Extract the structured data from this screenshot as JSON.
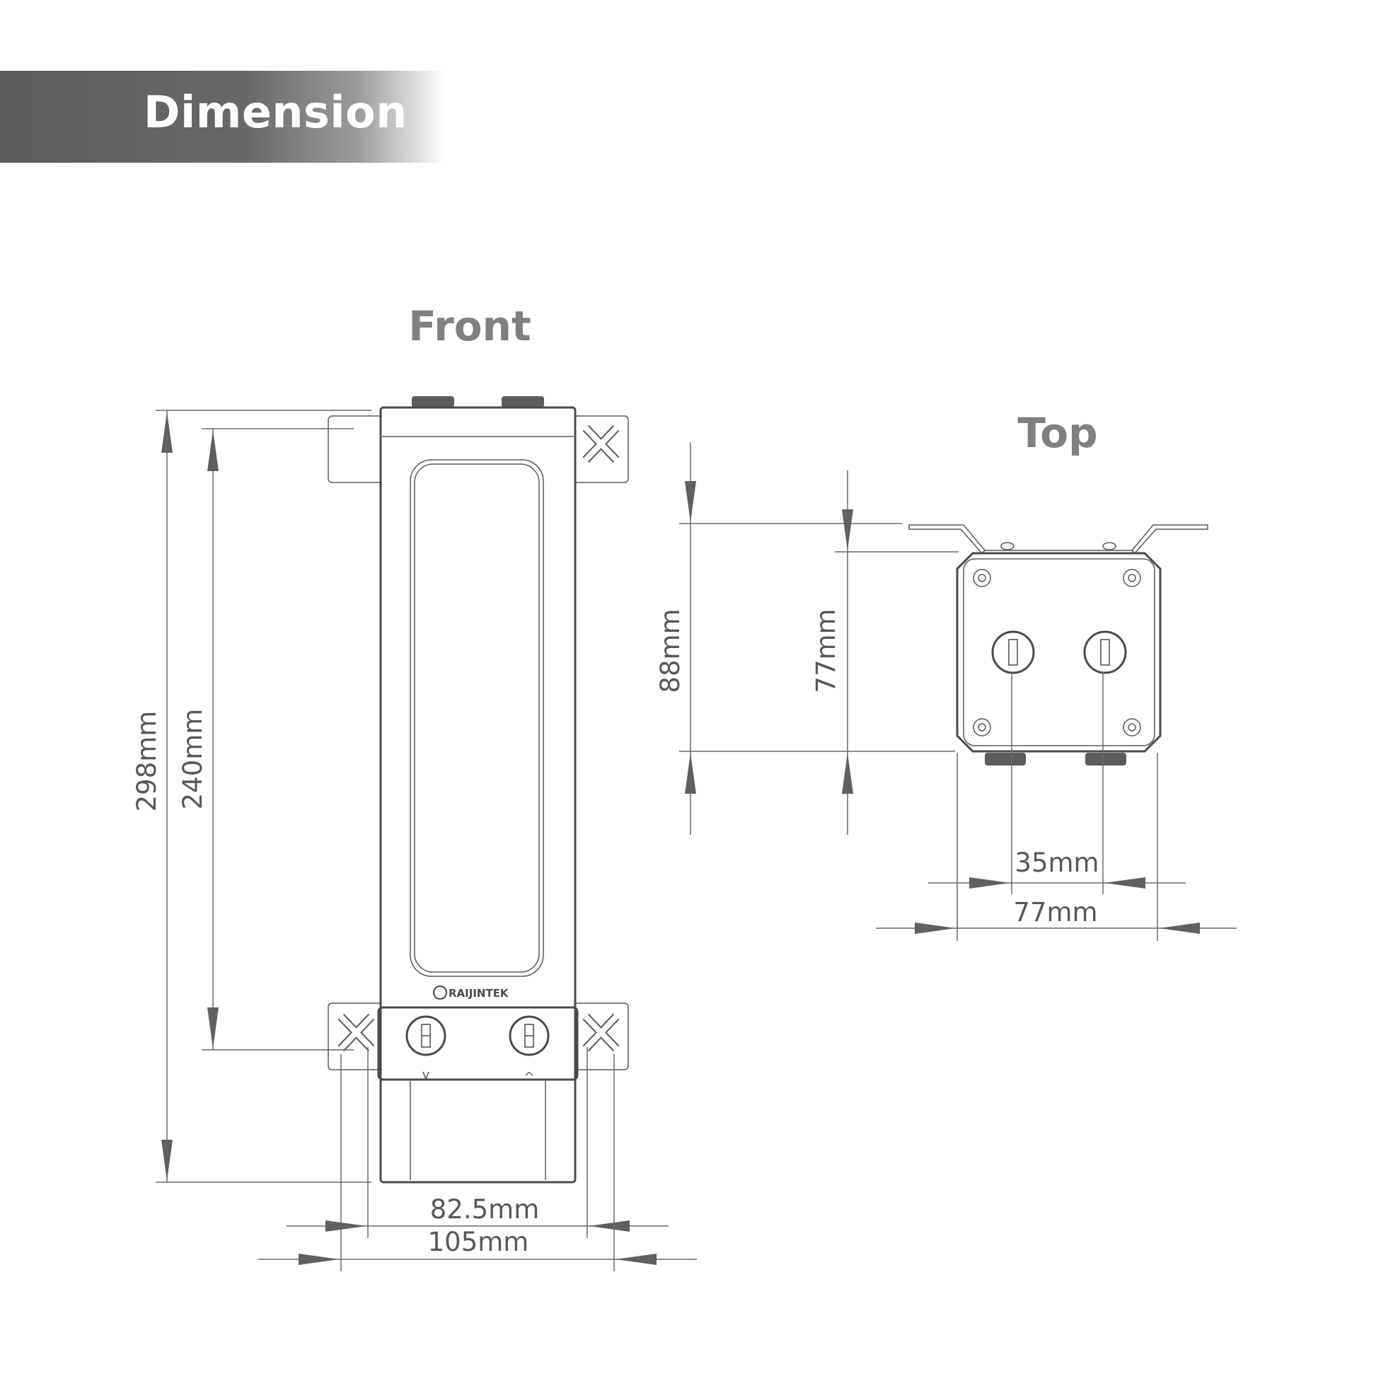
{
  "header": {
    "title": "Dimension"
  },
  "front": {
    "title": "Front",
    "brand": "RAIJINTEK",
    "port_marks": [
      "v",
      "^"
    ],
    "dims": {
      "height_total": "298mm",
      "height_mount": "240mm",
      "width_body": "82.5mm",
      "width_total": "105mm"
    }
  },
  "top": {
    "title": "Top",
    "dims": {
      "depth_total": "88mm",
      "depth_body": "77mm",
      "port_spacing": "35mm",
      "width_body": "77mm"
    }
  },
  "colors": {
    "banner": "#5c5c5e",
    "label": "#808082",
    "line": "#4a4a4c",
    "dimension": "#58585a"
  }
}
